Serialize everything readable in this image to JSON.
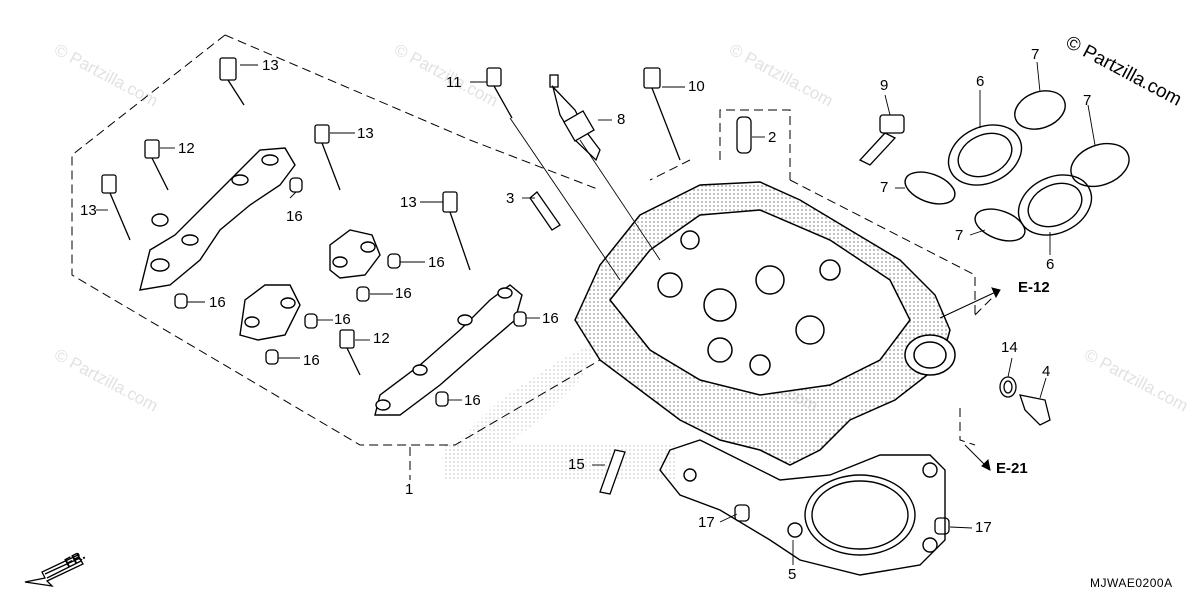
{
  "diagram": {
    "copyright": "© Partzilla.com",
    "watermark_text": "© Partzilla.com",
    "diagram_code": "MJWAE0200A",
    "direction_label": "FR.",
    "references": [
      "E-12",
      "E-21"
    ],
    "callouts": [
      "1",
      "2",
      "3",
      "4",
      "5",
      "6",
      "6",
      "7",
      "7",
      "7",
      "7",
      "8",
      "9",
      "10",
      "11",
      "12",
      "12",
      "13",
      "13",
      "13",
      "13",
      "14",
      "15",
      "16",
      "16",
      "16",
      "16",
      "16",
      "16",
      "16",
      "16",
      "17",
      "17"
    ]
  }
}
